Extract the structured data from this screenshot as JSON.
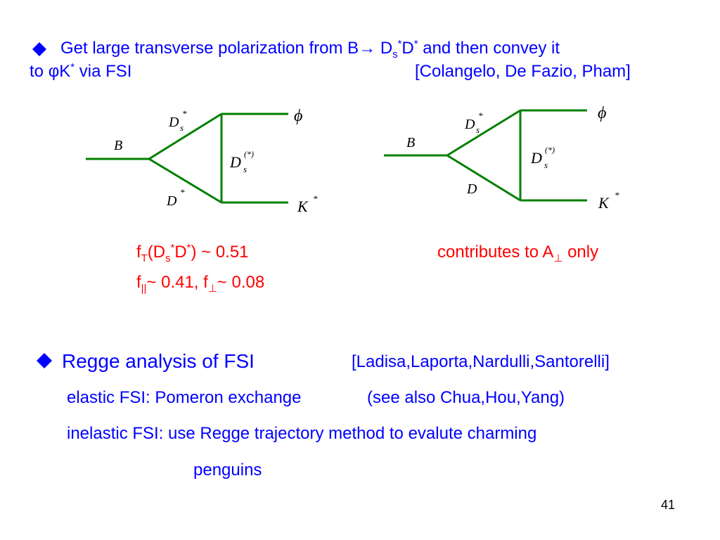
{
  "section1": {
    "line1_a": "Get large transverse polarization from B",
    "arrow": "→",
    "line1_b": " D",
    "sub_s": "s",
    "sup_star": "*",
    "line1_c": "D",
    "line1_d": "  and then convey it",
    "line2_a": "to ",
    "phi": "φ",
    "line2_b": "K",
    "line2_c": " via FSI",
    "citation": "[Colangelo, De Fazio, Pham]"
  },
  "diagram_left": {
    "B": "B",
    "Ds_star_D": "D",
    "Ds_star_s": "s",
    "Ds_star_sup": "*",
    "Dstar_D": "D",
    "Dstar_sup": "*",
    "Dsx_D": "D",
    "Dsx_s": "s",
    "Dsx_sup": "(*)",
    "phi": "ϕ",
    "K": "K",
    "K_sup": "*"
  },
  "diagram_right": {
    "B": "B",
    "Ds_star_D": "D",
    "Ds_star_s": "s",
    "Ds_star_sup": "*",
    "D": "D",
    "Dsx_D": "D",
    "Dsx_s": "s",
    "Dsx_sup": "(*)",
    "phi": "ϕ",
    "K": "K",
    "K_sup": "*"
  },
  "results": {
    "fT_a": "f",
    "fT_sub": "T",
    "fT_b": "(D",
    "fT_s": "s",
    "fT_star": "*",
    "fT_c": "D",
    "fT_star2": "*",
    "fT_d": ") ~ 0.51",
    "fpar_a": "f",
    "fpar_sub": "||",
    "fpar_b": "~ 0.41, f",
    "fperp_sub": "⊥",
    "fperp_b": "~ 0.08",
    "contrib_a": "contributes to A",
    "contrib_sub": "⊥",
    "contrib_b": " only"
  },
  "section2": {
    "title": "Regge analysis of FSI",
    "citation": "[Ladisa,Laporta,Nardulli,Santorelli]",
    "elastic": "elastic FSI: Pomeron exchange",
    "see_also": "(see also Chua,Hou,Yang)",
    "inelastic": "inelastic FSI:  use Regge trajectory method to evalute charming",
    "inelastic_cont": "penguins"
  },
  "page_number": "41",
  "colors": {
    "text": "#0000ff",
    "highlight": "#ff0000",
    "lines": "#008000",
    "bullet": "#0000ff"
  }
}
